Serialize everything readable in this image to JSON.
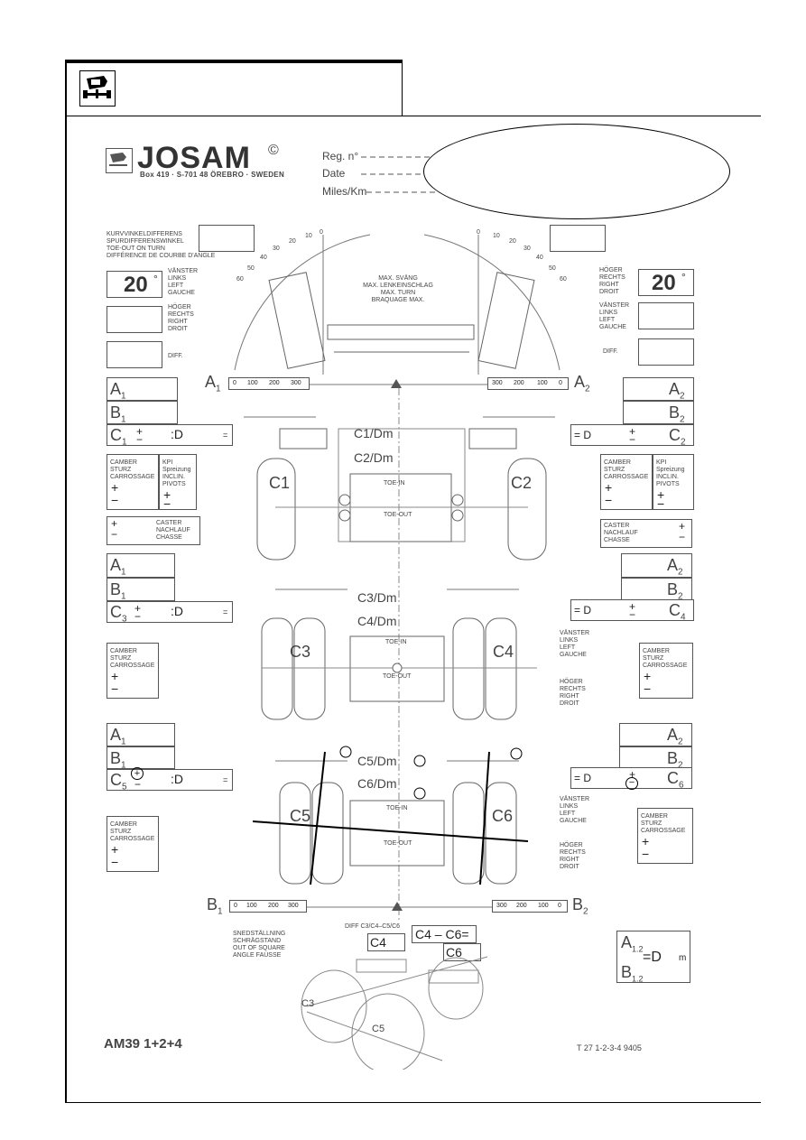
{
  "header": {
    "logo_icon": "vehicle-alignment-icon"
  },
  "josam": {
    "brand": "JOSAM",
    "copyright": "©",
    "address": "Box 419 · S-701 48 ÖREBRO · SWEDEN",
    "reg_label": "Reg. n°",
    "date_label": "Date",
    "miles_label": "Miles/Km"
  },
  "toe_turn": {
    "line1": "KURVVINKELDIFFERENS",
    "line2": "SPURDIFFERENSWINKEL",
    "line3": "TOE-OUT ON TURN",
    "line4": "DIFFÉRENCE DE COURBE D'ANGLE"
  },
  "left_angle": {
    "value": "20",
    "deg": "°",
    "l1": "VÄNSTER",
    "l2": "LINKS",
    "l3": "LEFT",
    "l4": "GAUCHE"
  },
  "left_right": {
    "l1": "HÖGER",
    "l2": "RECHTS",
    "l3": "RIGHT",
    "l4": "DROIT"
  },
  "diff_label": "DIFF.",
  "right_angle": {
    "value": "20",
    "deg": "°",
    "l1": "HÖGER",
    "l2": "RECHTS",
    "l3": "RIGHT",
    "l4": "DROIT"
  },
  "right_left": {
    "l1": "VÄNSTER",
    "l2": "LINKS",
    "l3": "LEFT",
    "l4": "GAUCHE"
  },
  "max_turn": {
    "l1": "MAX. SVÄNG",
    "l2": "MAX. LENKEINSCHLAG",
    "l3": "MAX. TURN",
    "l4": "BRAQUAGE MAX."
  },
  "protractor_ticks": [
    "0",
    "10",
    "20",
    "30",
    "40",
    "50",
    "60"
  ],
  "scale": {
    "a1": "A",
    "a1_sub": "1",
    "a2": "A",
    "a2_sub": "2",
    "b1": "B",
    "b1_sub": "1",
    "b2": "B",
    "b2_sub": "2",
    "left_ticks": [
      "0",
      "100",
      "200",
      "300"
    ],
    "right_ticks": [
      "300",
      "200",
      "100",
      "0"
    ]
  },
  "rows": {
    "A1": "A",
    "A1s": "1",
    "B1": "B",
    "B1s": "1",
    "A2": "A",
    "A2s": "2",
    "B2": "B",
    "B2s": "2",
    "C1": "C",
    "C1s": "1",
    "C2": "C",
    "C2s": "2",
    "C3": "C",
    "C3s": "3",
    "C4": "C",
    "C4s": "4",
    "C5": "C",
    "C5s": "5",
    "C6": "C",
    "C6s": "6",
    "Dm": ":D",
    "Dm_sub": "m",
    "eq": "=",
    "eqDm": "= D",
    "plus": "+",
    "minus": "−"
  },
  "camber": {
    "l1": "CAMBER",
    "l2": "STURZ",
    "l3": "CARROSSAGE"
  },
  "kpi": {
    "l1": "KPI",
    "l2": "Spreizung",
    "l3": "INCLIN.",
    "l4": "PIVOTS"
  },
  "caster": {
    "l1": "CASTER",
    "l2": "NACHLAUF",
    "l3": "CHASSE"
  },
  "toe": {
    "in": "TOE-IN",
    "out": "TOE-OUT"
  },
  "wheel_labels": {
    "c1": "C1",
    "c2": "C2",
    "c3": "C3",
    "c4": "C4",
    "c5": "C5",
    "c6": "C6"
  },
  "cd_labels": {
    "c1d": "C1/Dm",
    "c2d": "C2/Dm",
    "c3d": "C3/Dm",
    "c4d": "C4/Dm",
    "c5d": "C5/Dm",
    "c6d": "C6/Dm"
  },
  "out_of_square": {
    "l1": "SNEDSTÄLLNING",
    "l2": "SCHRÄGSTAND",
    "l3": "OUT OF SQUARE",
    "l4": "ANGLE FAUSSE"
  },
  "diff_formula": "DIFF C3/C4–C5/C6",
  "c4_label": "C4",
  "c4c6": "C4 – C6=",
  "c6_label": "C6",
  "a12": {
    "a": "A",
    "sub": "1.2",
    "eq": "=D",
    "m": "m",
    "b": "B"
  },
  "form_code": "AM39 1+2+4",
  "print_code": "T 27  1-2-3-4  9405"
}
